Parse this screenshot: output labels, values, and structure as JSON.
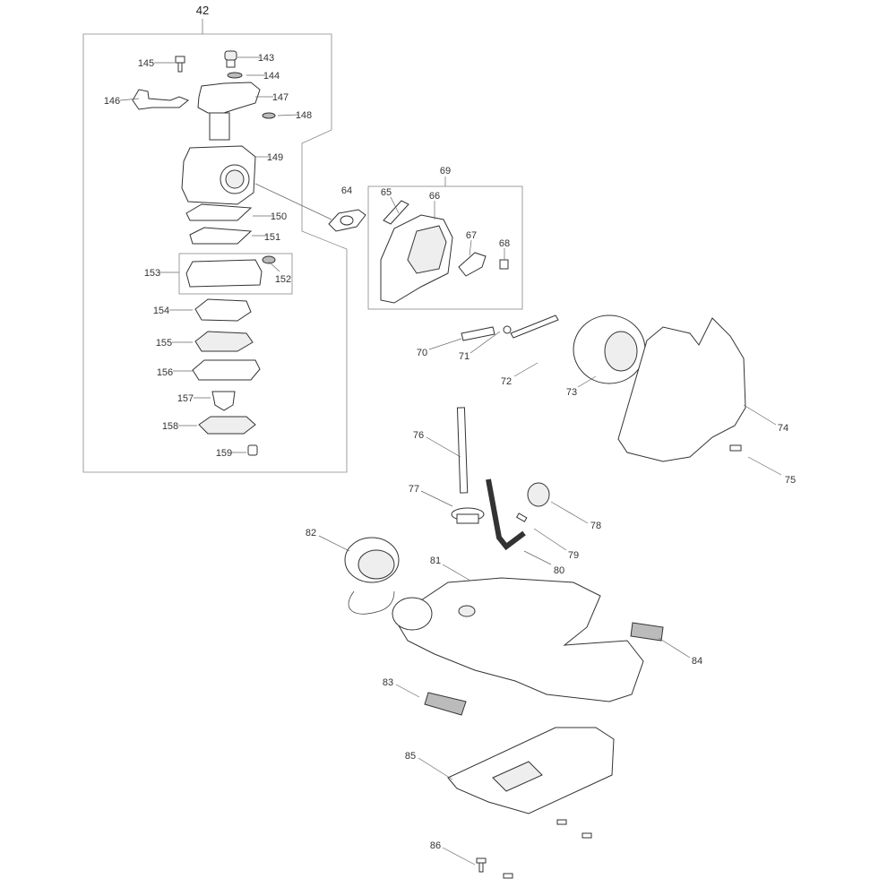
{
  "diagram": {
    "callouts": [
      "42",
      "145",
      "143",
      "144",
      "146",
      "147",
      "148",
      "149",
      "150",
      "151",
      "153",
      "152",
      "154",
      "155",
      "156",
      "157",
      "158",
      "159",
      "64",
      "69",
      "65",
      "66",
      "67",
      "68",
      "70",
      "71",
      "72",
      "73",
      "74",
      "75",
      "76",
      "77",
      "78",
      "79",
      "80",
      "81",
      "82",
      "83",
      "84",
      "85",
      "86"
    ]
  }
}
